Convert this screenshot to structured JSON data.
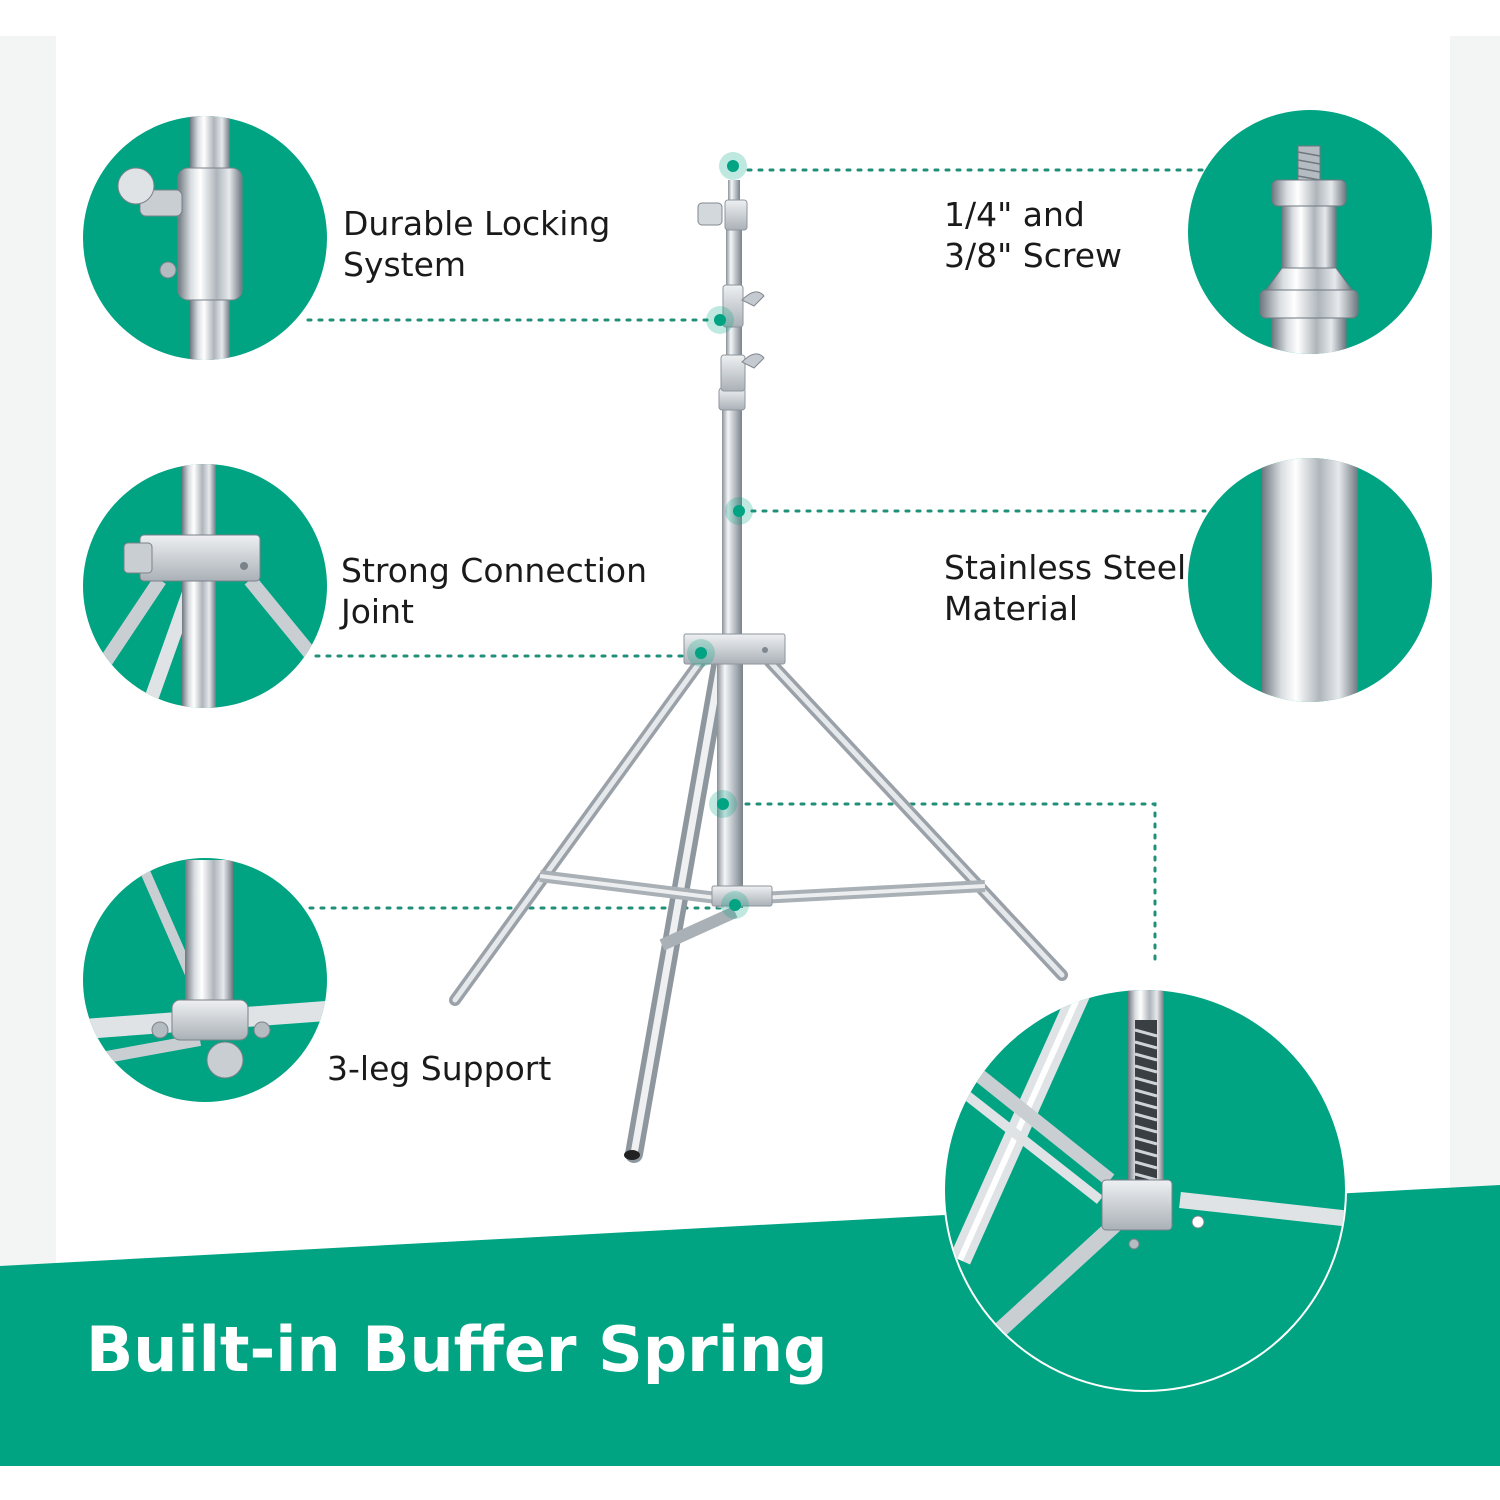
{
  "colors": {
    "brand_green": "#00a382",
    "steel_light": "#e8ebee",
    "steel_mid": "#b9bfc5",
    "steel_dark": "#7d858d",
    "dot_line": "#1f8f78",
    "text": "#1a1a1a",
    "banner_text": "#ffffff"
  },
  "features": {
    "locking": {
      "line1": "Durable Locking",
      "line2": "System",
      "icon": "locking-knob-closeup"
    },
    "joint": {
      "line1": "Strong Connection",
      "line2": "Joint",
      "icon": "connection-joint-closeup"
    },
    "legs": {
      "line1": "3-leg Support",
      "icon": "leg-base-closeup"
    },
    "screw": {
      "line1": "1/4\" and",
      "line2": "3/8\" Screw",
      "icon": "spigot-screw-closeup"
    },
    "steel": {
      "line1": "Stainless Steel",
      "line2": "Material",
      "icon": "steel-tube-closeup"
    },
    "spring": {
      "icon": "buffer-spring-closeup"
    }
  },
  "banner": {
    "title": "Built-in Buffer Spring"
  }
}
